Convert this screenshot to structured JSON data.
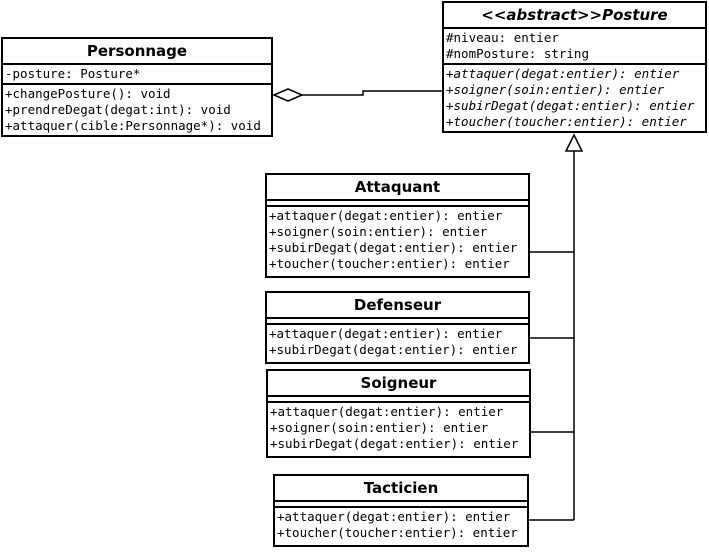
{
  "classes": {
    "personnage": {
      "name": "Personnage",
      "attributes": [
        "-posture: Posture*"
      ],
      "methods": [
        "+changePosture(): void",
        "+prendreDegat(degat:int): void",
        "+attaquer(cible:Personnage*): void"
      ]
    },
    "posture": {
      "name": "<<abstract>>Posture",
      "attributes": [
        "#niveau: entier",
        "#nomPosture: string"
      ],
      "methods": [
        "+attaquer(degat:entier): entier",
        "+soigner(soin:entier): entier",
        "+subirDegat(degat:entier): entier",
        "+toucher(toucher:entier): entier"
      ]
    },
    "attaquant": {
      "name": "Attaquant",
      "methods": [
        "+attaquer(degat:entier): entier",
        "+soigner(soin:entier): entier",
        "+subirDegat(degat:entier): entier",
        "+toucher(toucher:entier): entier"
      ]
    },
    "defenseur": {
      "name": "Defenseur",
      "methods": [
        "+attaquer(degat:entier): entier",
        "+subirDegat(degat:entier): entier"
      ]
    },
    "soigneur": {
      "name": "Soigneur",
      "methods": [
        "+attaquer(degat:entier): entier",
        "+soigner(soin:entier): entier",
        "+subirDegat(degat:entier): entier"
      ]
    },
    "tacticien": {
      "name": "Tacticien",
      "methods": [
        "+attaquer(degat:entier): entier",
        "+toucher(toucher:entier): entier"
      ]
    }
  },
  "relations": {
    "aggregation": {
      "from": "Personnage",
      "to": "Posture"
    },
    "inheritance": {
      "parent": "Posture",
      "children": [
        "Attaquant",
        "Defenseur",
        "Soigneur",
        "Tacticien"
      ]
    }
  }
}
